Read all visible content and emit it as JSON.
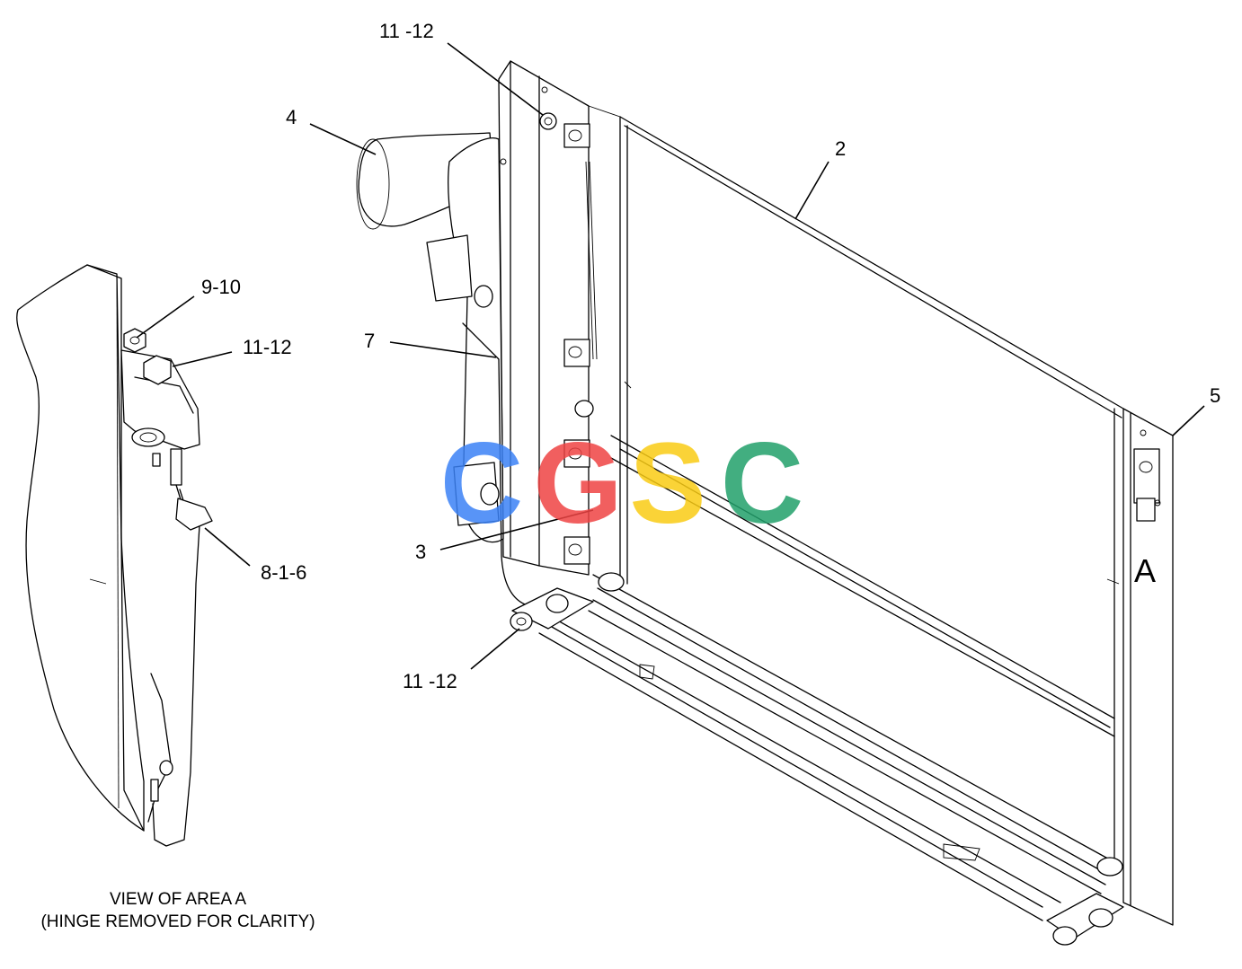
{
  "callouts": {
    "c_11_12_top": "11 -12",
    "c_4": "4",
    "c_2": "2",
    "c_7": "7",
    "c_5": "5",
    "c_3": "3",
    "c_11_12_bottom": "11 -12",
    "c_9_10": "9-10",
    "c_11_12_left": "11-12",
    "c_8_1_6": "8-1-6",
    "c_a": "A"
  },
  "caption": {
    "line1": "VIEW OF AREA  A",
    "line2": "(HINGE REMOVED FOR CLARITY)"
  },
  "watermark": {
    "letters": [
      "C",
      "G",
      "S",
      "C"
    ],
    "colors": [
      "#3b82f6",
      "#ef4444",
      "#facc15",
      "#22a06b"
    ]
  }
}
